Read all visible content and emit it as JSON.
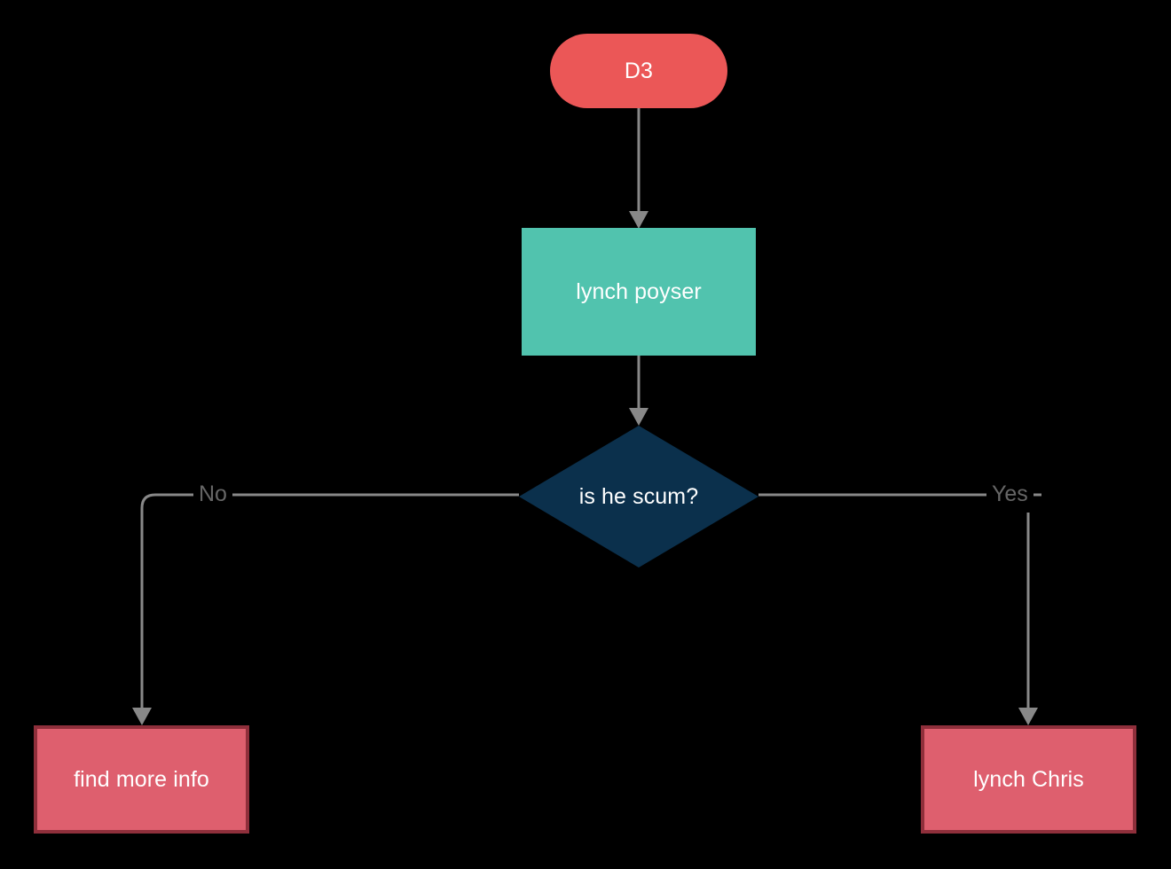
{
  "diagram": {
    "type": "flowchart",
    "direction": "top-down",
    "background_color": "#000000",
    "edge_color": "#888888",
    "nodes": [
      {
        "id": "d3",
        "label": "D3",
        "shape": "stadium",
        "fill": "#eb5757",
        "text_color": "#ffffff"
      },
      {
        "id": "lynch_poyser",
        "label": "lynch poyser",
        "shape": "rectangle",
        "fill": "#51c3ae",
        "text_color": "#ffffff"
      },
      {
        "id": "decision",
        "label": "is he scum?",
        "shape": "diamond",
        "fill": "#0b304c",
        "text_color": "#ffffff"
      },
      {
        "id": "find_more_info",
        "label": "find more info",
        "shape": "rectangle",
        "fill": "#de5f6e",
        "border": "#8f2f3b",
        "text_color": "#ffffff"
      },
      {
        "id": "lynch_chris",
        "label": "lynch Chris",
        "shape": "rectangle",
        "fill": "#de5f6e",
        "border": "#8f2f3b",
        "text_color": "#ffffff"
      }
    ],
    "edges": [
      {
        "from": "d3",
        "to": "lynch_poyser",
        "label": ""
      },
      {
        "from": "lynch_poyser",
        "to": "decision",
        "label": ""
      },
      {
        "from": "decision",
        "to": "find_more_info",
        "label": "No"
      },
      {
        "from": "decision",
        "to": "lynch_chris",
        "label": "Yes"
      }
    ],
    "edge_labels": {
      "no": "No",
      "yes": "Yes"
    }
  }
}
